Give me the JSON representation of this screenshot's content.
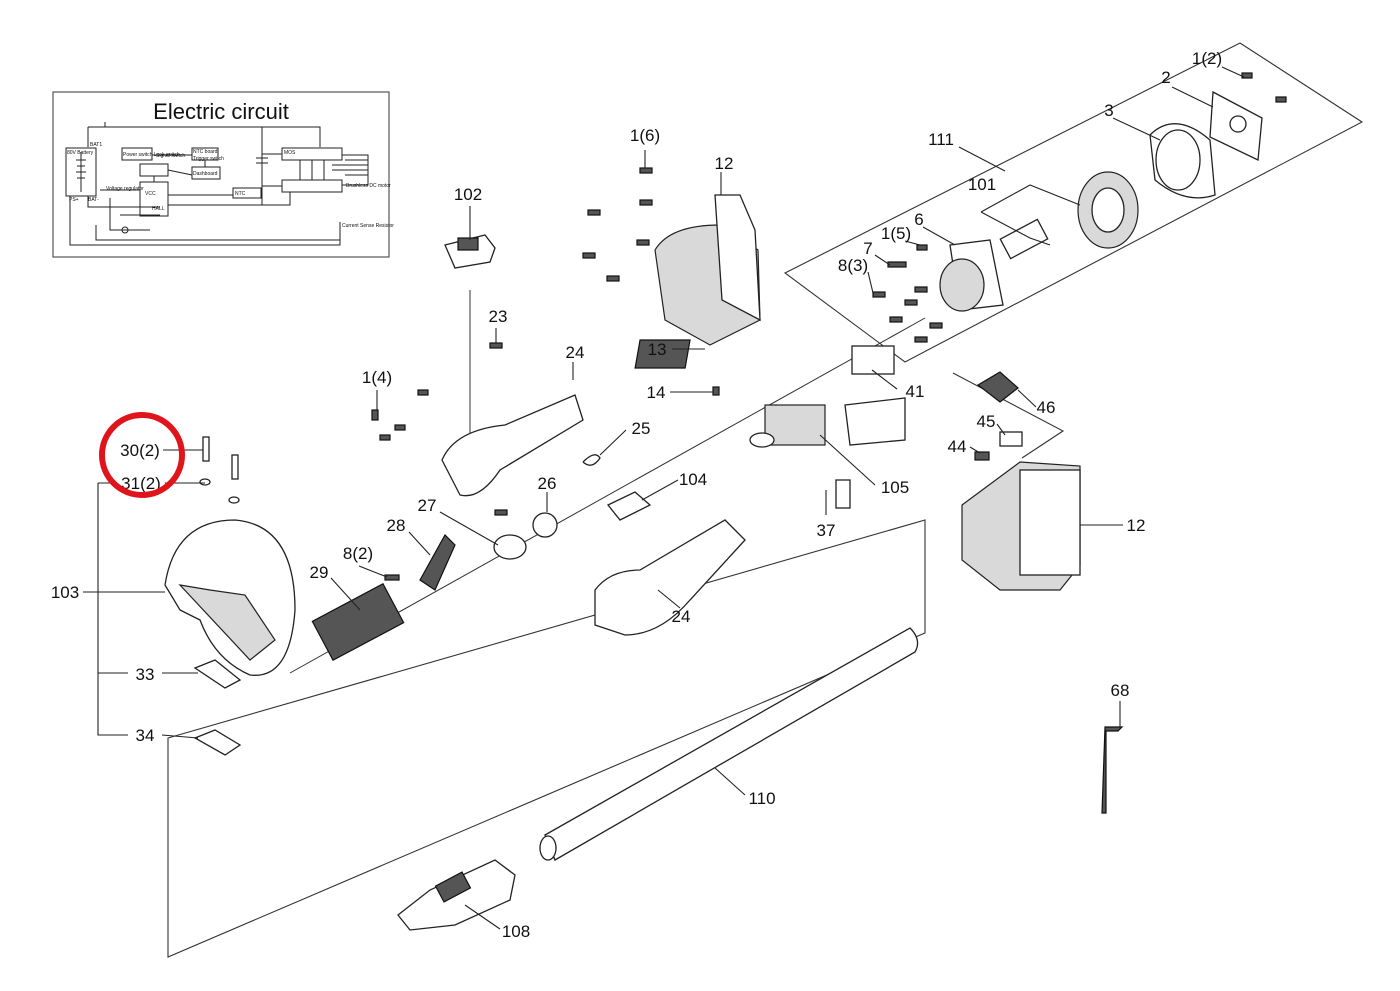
{
  "circuit": {
    "title": "Electric circuit",
    "labels": {
      "battery": "80V Battery",
      "bat": "BAT1",
      "power_switch": "Power switch Lock switch",
      "signal_switch": "Signal switch",
      "ntc_board": "NTC board",
      "trigger": "Trigger switch",
      "voltage_reg": "Voltage regulator",
      "dashboard": "Dashboard",
      "ntc": "NTC",
      "mos": "MOS",
      "motor": "Brushless DC motor",
      "current_sense": "Current Sense Resistor",
      "ps": "PS+",
      "bat_minus": "BAT-",
      "vcc": "VCC",
      "hall": "HALL"
    }
  },
  "callout": {
    "color": "#e0151b",
    "label_ref": "30(2)"
  },
  "parts": [
    {
      "id": "p1_2",
      "label": "1(2)"
    },
    {
      "id": "p2",
      "label": "2"
    },
    {
      "id": "p3",
      "label": "3"
    },
    {
      "id": "p111",
      "label": "111"
    },
    {
      "id": "p101",
      "label": "101"
    },
    {
      "id": "p6",
      "label": "6"
    },
    {
      "id": "p1_5",
      "label": "1(5)"
    },
    {
      "id": "p7",
      "label": "7"
    },
    {
      "id": "p8_3",
      "label": "8(3)"
    },
    {
      "id": "p1_6",
      "label": "1(6)"
    },
    {
      "id": "p12a",
      "label": "12"
    },
    {
      "id": "p13",
      "label": "13"
    },
    {
      "id": "p14",
      "label": "14"
    },
    {
      "id": "p41",
      "label": "41"
    },
    {
      "id": "p102",
      "label": "102"
    },
    {
      "id": "p23",
      "label": "23"
    },
    {
      "id": "p24a",
      "label": "24"
    },
    {
      "id": "p1_4",
      "label": "1(4)"
    },
    {
      "id": "p25",
      "label": "25"
    },
    {
      "id": "p46",
      "label": "46"
    },
    {
      "id": "p45",
      "label": "45"
    },
    {
      "id": "p44",
      "label": "44"
    },
    {
      "id": "p105",
      "label": "105"
    },
    {
      "id": "p30_2",
      "label": "30(2)"
    },
    {
      "id": "p31_2",
      "label": "31(2)"
    },
    {
      "id": "p27",
      "label": "27"
    },
    {
      "id": "p26",
      "label": "26"
    },
    {
      "id": "p104",
      "label": "104"
    },
    {
      "id": "p28",
      "label": "28"
    },
    {
      "id": "p37",
      "label": "37"
    },
    {
      "id": "p12b",
      "label": "12"
    },
    {
      "id": "p8_2",
      "label": "8(2)"
    },
    {
      "id": "p29",
      "label": "29"
    },
    {
      "id": "p103",
      "label": "103"
    },
    {
      "id": "p24b",
      "label": "24"
    },
    {
      "id": "p33",
      "label": "33"
    },
    {
      "id": "p68",
      "label": "68"
    },
    {
      "id": "p34",
      "label": "34"
    },
    {
      "id": "p110",
      "label": "110"
    },
    {
      "id": "p108",
      "label": "108"
    }
  ]
}
